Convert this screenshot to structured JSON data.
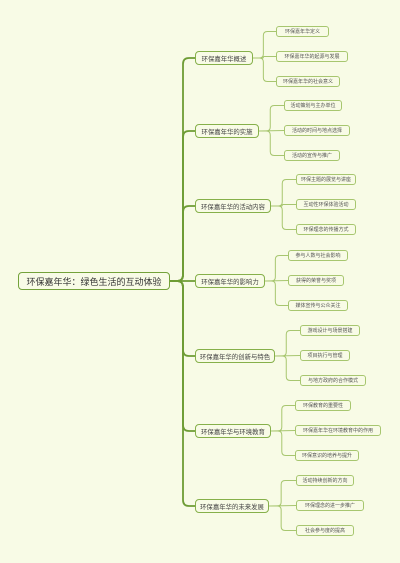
{
  "mindmap": {
    "root": "环保嘉年华：绿色生活的互动体验",
    "colors": {
      "trunk": "#6e9c35",
      "twig": "#a7c66f",
      "background": "#f8fbe6"
    },
    "branches": [
      {
        "label": "环保嘉年华概述",
        "children": [
          "环保嘉年华定义",
          "环保嘉年华的起源与发展",
          "环保嘉年华的社会意义"
        ]
      },
      {
        "label": "环保嘉年华的实施",
        "children": [
          "活动策划与主办单位",
          "活动的时间与地点选择",
          "活动的宣传与推广"
        ]
      },
      {
        "label": "环保嘉年华的活动内容",
        "children": [
          "环保主题的展览与讲座",
          "互动性环保体验活动",
          "环保理念的传播方式"
        ]
      },
      {
        "label": "环保嘉年华的影响力",
        "children": [
          "参与人数与社会影响",
          "获得的荣誉与奖项",
          "媒体宣传与公众关注"
        ]
      },
      {
        "label": "环保嘉年华的创新与特色",
        "children": [
          "游戏设计与场景搭建",
          "项目执行与管理",
          "与地方政府的合作模式"
        ]
      },
      {
        "label": "环保嘉年华与环境教育",
        "children": [
          "环保教育的重要性",
          "环保嘉年华在环境教育中的作用",
          "环保意识的培养与提升"
        ]
      },
      {
        "label": "环保嘉年华的未来发展",
        "children": [
          "活动持续创新的方向",
          "环保理念的进一步推广",
          "社会参与度的提高"
        ]
      }
    ]
  }
}
